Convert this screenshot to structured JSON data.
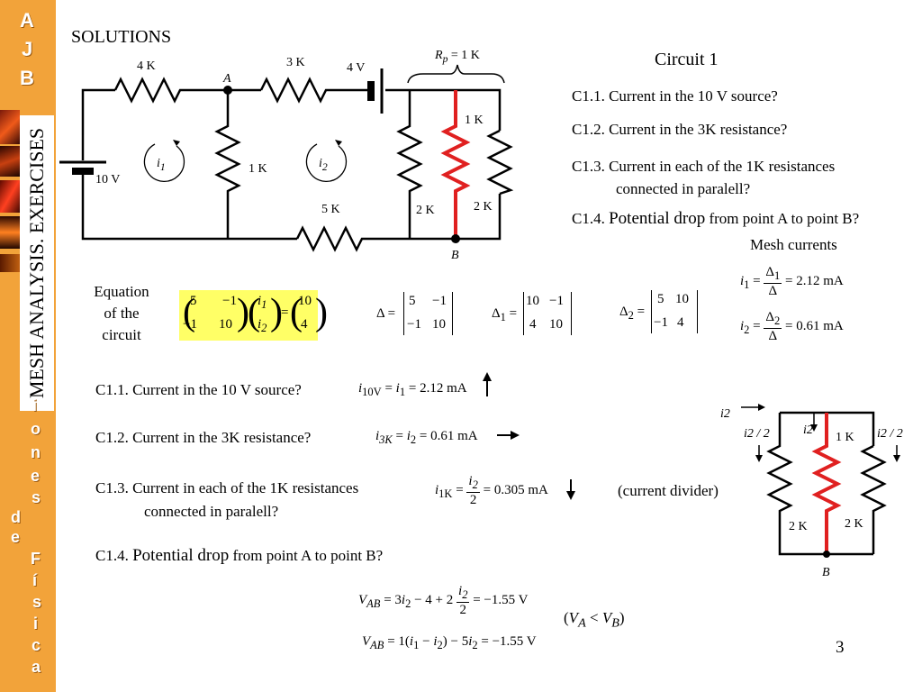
{
  "sidebar": {
    "letters_top": [
      "A",
      "J",
      "B"
    ],
    "vertical_title": "MESH ANALYSIS. EXERCISES",
    "letters_bottom": [
      "i",
      "o",
      "n",
      "e",
      "s",
      "d",
      "e",
      "F",
      "í",
      "s",
      "i",
      "c",
      "a"
    ]
  },
  "header": {
    "solutions": "SOLUTIONS",
    "circuit_title": "Circuit 1"
  },
  "circuit1": {
    "r_top_left": "4 K",
    "r_top_mid": "3 K",
    "v_top": "4 V",
    "node_a": "A",
    "rp_label_symbol": "R",
    "rp_label_sub": "p",
    "rp_label_value": "= 1 K",
    "r_red": "1 K",
    "v_left": "10 V",
    "mesh1": "i",
    "mesh1_sub": "1",
    "r_center": "1 K",
    "mesh2": "i",
    "mesh2_sub": "2",
    "r_bottom": "5 K",
    "r_right1": "2 K",
    "r_right2": "2 K",
    "node_b": "B"
  },
  "questions": [
    "C1.1. Current in the 10 V source?",
    "C1.2. Current in the 3K resistance?",
    "C1.3. Current in each of the 1K resistances",
    "connected in paralell?"
  ],
  "q4": {
    "prefix": "C1.4. ",
    "highlight": "Potential drop",
    "suffix": " from point A to point B?"
  },
  "mesh_currents": {
    "title": "Mesh currents",
    "i1_value": "2.12 mA",
    "i2_value": "0.61 mA"
  },
  "equation": {
    "label": [
      "Equation",
      "of the",
      "circuit"
    ],
    "matrix": [
      [
        "5",
        "−1"
      ],
      [
        "−1",
        "10"
      ]
    ],
    "unknowns": [
      "i1",
      "i2"
    ],
    "rhs": [
      "10",
      "4"
    ],
    "delta": [
      [
        "5",
        "−1"
      ],
      [
        "−1",
        "10"
      ]
    ],
    "delta1": [
      [
        "10",
        "−1"
      ],
      [
        "4",
        "10"
      ]
    ],
    "delta2": [
      [
        "5",
        "10"
      ],
      [
        "−1",
        "4"
      ]
    ]
  },
  "answers": {
    "a1_value": "2.12 mA",
    "a2_value": "0.61 mA",
    "a3_value": "0.305 mA",
    "current_divider": "(current divider)",
    "vab1_value": "−1.55 V",
    "vab2_value": "−1.55 V"
  },
  "circuit2": {
    "i2_top": "i2",
    "i2_half_left": "i2 / 2",
    "i2_mid": "i2",
    "r_red": "1 K",
    "i2_half_right": "i2 / 2",
    "r_left": "2 K",
    "r_right": "2 K",
    "node_b": "B"
  },
  "page_number": "3",
  "colors": {
    "sidebar": "#f2a33a",
    "highlight": "#ffff66",
    "red_resistor": "#e02020"
  }
}
